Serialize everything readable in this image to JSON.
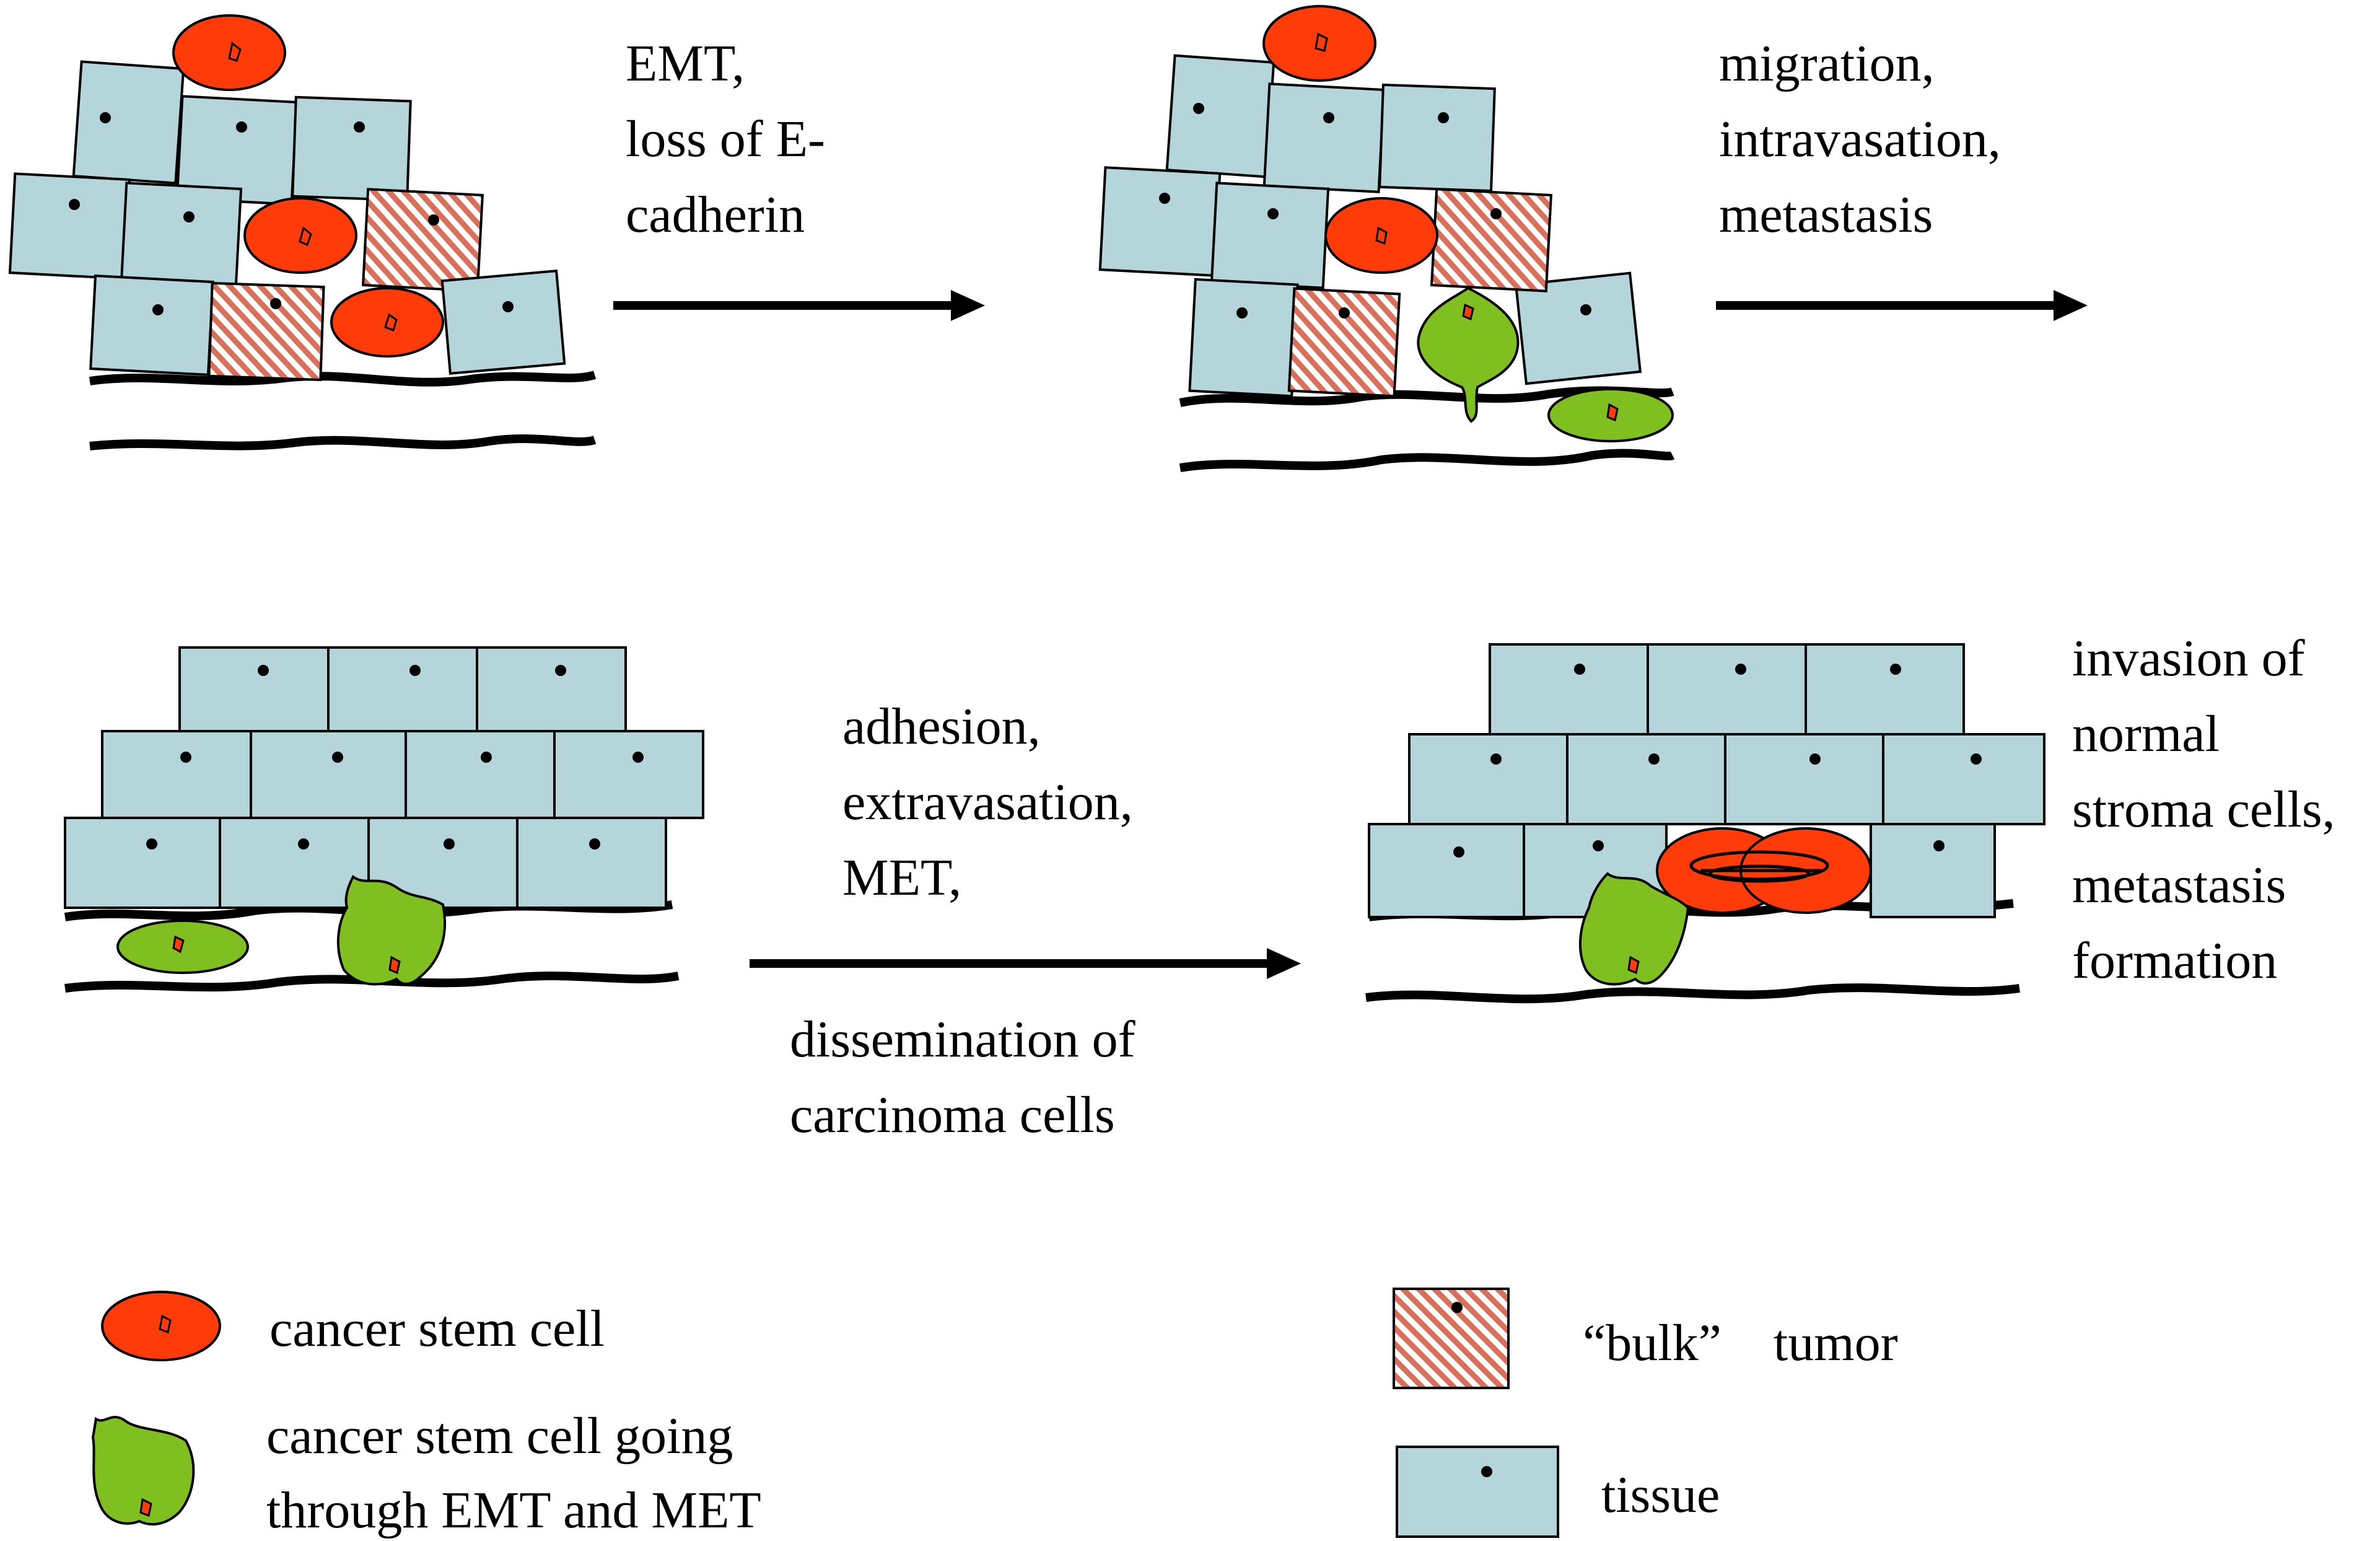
{
  "steps": [
    {
      "lines": [
        "EMT,",
        "loss of E-",
        "cadherin"
      ]
    },
    {
      "lines": [
        "migration,",
        "intravasation,",
        "metastasis"
      ]
    },
    {
      "lines": [
        "adhesion,",
        "extravasation,",
        "MET,"
      ]
    },
    {
      "lines": [
        "dissemination of",
        "carcinoma cells"
      ]
    },
    {
      "lines": [
        "invasion of",
        "normal",
        "stroma cells,",
        "metastasis",
        "formation"
      ]
    }
  ],
  "legend": {
    "cancer_stem_cell": "cancer stem cell",
    "emt_met_cell": [
      "cancer stem cell going",
      "through EMT and MET"
    ],
    "bulk_tumor": "“bulk”    tumor",
    "tissue": "tissue"
  },
  "colors": {
    "tissue": "#b4d6da",
    "cancer_stem_cell": "#ff3b0a",
    "emt_cell": "#7fbf1f",
    "bulk_stripe": "#d9705a",
    "outline": "#000000"
  }
}
